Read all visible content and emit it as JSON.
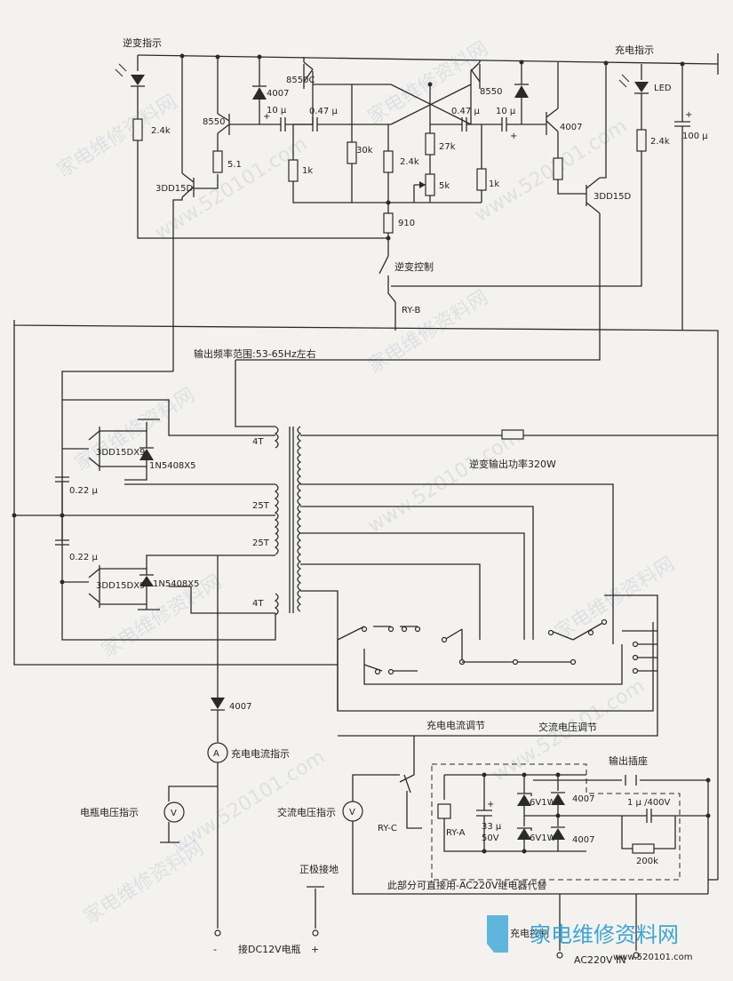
{
  "labels": {
    "inverter_indicator": "逆变指示",
    "charge_indicator": "充电指示",
    "inverter_control": "逆变控制",
    "freq_range": "输出频率范围:53-65Hz左右",
    "inverter_power": "逆变输出功率320W",
    "charge_current_adjust": "充电电流调节",
    "ac_voltage_adjust": "交流电压调节",
    "charge_current_indicator": "充电电流指示",
    "battery_voltage_indicator": "电瓶电压指示",
    "ac_voltage_indicator": "交流电压指示",
    "output_socket": "输出插座",
    "positive_ground": "正极接地",
    "relay_note": "此部分可直接用-AC220V继电器代替",
    "charge_control": "充电控制",
    "ac_in": "AC220V IN",
    "dc_battery": "接DC12V电瓶",
    "minus": "-",
    "plus": "+"
  },
  "components": {
    "r_left_24k": "2.4k",
    "r_right_24k": "2.4k",
    "q_8550_left": "8550",
    "q_8550_right": "8550",
    "q_8550c": "8550C",
    "d_4007_left": "4007",
    "d_4007_right": "4007",
    "d_4007_charge": "4007",
    "c_10u_left": "10 μ",
    "c_10u_right": "10 μ",
    "c_047_left": "0.47 μ",
    "c_047_right": "0.47 μ",
    "r_30k": "30k",
    "r_1k_left": "1k",
    "r_1k_right": "1k",
    "r_24k_mid": "2.4k",
    "r_27k": "27k",
    "r_5k": "5k",
    "r_51": "5.1",
    "r_910": "910",
    "q_3dd15d_left": "3DD15D",
    "q_3dd15d_right": "3DD15D",
    "led": "LED",
    "c_100u": "100 μ",
    "relay_b": "RY-B",
    "relay_a": "RY-A",
    "relay_c": "RY-C",
    "q_3dd15dx9_top": "3DD15DX9",
    "q_3dd15dx9_bot": "3DD15DX9",
    "d_1n5408_top": "1N5408X5",
    "d_1n5408_bot": "1N5408X5",
    "c_022_top": "0.22 μ",
    "c_022_bot": "0.22 μ",
    "winding_4t_top": "4T",
    "winding_25t_a": "25T",
    "winding_25t_b": "25T",
    "winding_4t_bot": "4T",
    "c_33u": "33 μ",
    "c_33u_v": "50V",
    "z_6v1_top": "6V1W",
    "z_6v1_bot": "6V1W",
    "d_4007_bridge_top": "4007",
    "d_4007_bridge_bot": "4007",
    "c_1u_400v": "1 μ /400V",
    "r_200k": "200k",
    "meter_a": "A",
    "meter_v": "V"
  },
  "watermarks": [
    "家电维修资料网",
    "www.520101.com"
  ],
  "logo": {
    "text": "家电维修资料网",
    "url_text": "www.520101.com"
  }
}
